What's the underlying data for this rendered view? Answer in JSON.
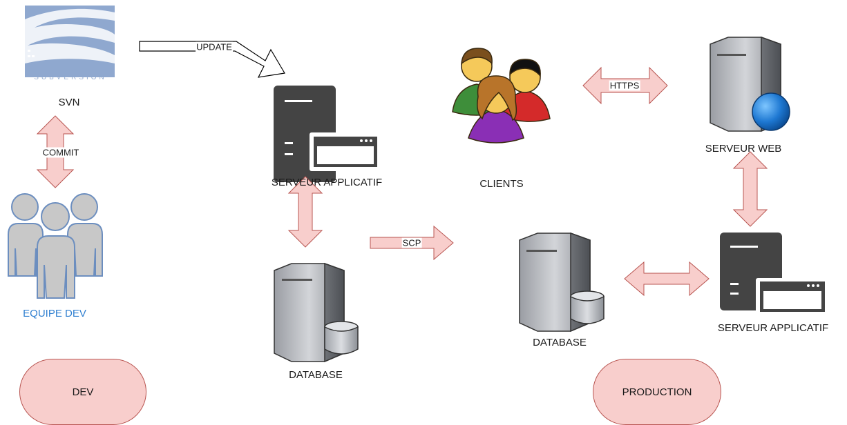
{
  "nodes": {
    "svn": {
      "label": "SVN",
      "logo_text": "SUBVERSION"
    },
    "team": {
      "label": "EQUIPE DEV"
    },
    "dev_app_server": {
      "label": "SERVEUR APPLICATIF"
    },
    "dev_database": {
      "label": "DATABASE"
    },
    "clients": {
      "label": "CLIENTS"
    },
    "web_server": {
      "label": "SERVEUR WEB"
    },
    "prod_app_server": {
      "label": "SERVEUR APPLICATIF"
    },
    "prod_database": {
      "label": "DATABASE"
    }
  },
  "edges": {
    "commit": "COMMIT",
    "update": "UPDATE",
    "https": "HTTPS",
    "scp": "SCP"
  },
  "zones": {
    "dev": "DEV",
    "production": "PRODUCTION"
  },
  "colors": {
    "arrow_fill": "#f8cecc",
    "arrow_stroke": "#b85450",
    "team_fill": "#c8c8c8",
    "team_stroke": "#6c8ebf",
    "server_dark": "#444444",
    "svn_blue": "#8fa8cf"
  }
}
